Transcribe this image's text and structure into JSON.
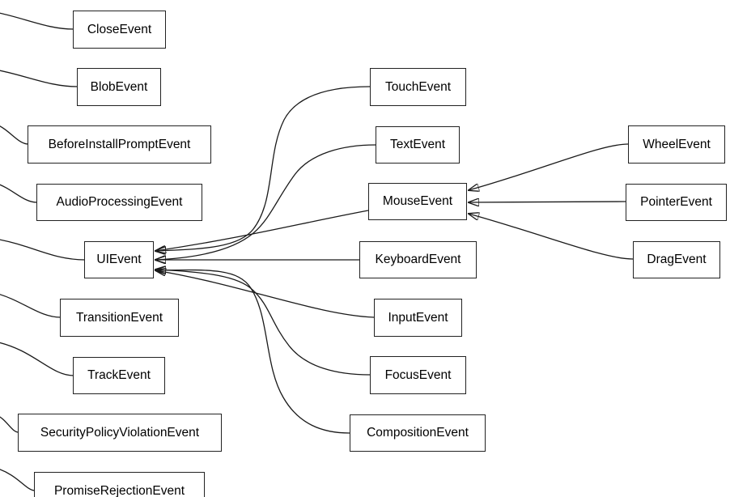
{
  "diagram": {
    "type": "class-inheritance-graph",
    "description_visible_content": "DOM event class boxes connected by spline edges; arrows point from subclasses into UIEvent and MouseEvent; left-column boxes have edges curving off the left edge of the view"
  },
  "nodes": {
    "closeEvent": "CloseEvent",
    "blobEvent": "BlobEvent",
    "beforeInstallPromptEvent": "BeforeInstallPromptEvent",
    "audioProcessingEvent": "AudioProcessingEvent",
    "uiEvent": "UIEvent",
    "transitionEvent": "TransitionEvent",
    "trackEvent": "TrackEvent",
    "securityPolicyViolationEvent": "SecurityPolicyViolationEvent",
    "promiseRejectionEvent": "PromiseRejectionEvent",
    "touchEvent": "TouchEvent",
    "textEvent": "TextEvent",
    "mouseEvent": "MouseEvent",
    "keyboardEvent": "KeyboardEvent",
    "inputEvent": "InputEvent",
    "focusEvent": "FocusEvent",
    "compositionEvent": "CompositionEvent",
    "wheelEvent": "WheelEvent",
    "pointerEvent": "PointerEvent",
    "dragEvent": "DragEvent"
  },
  "edges": {
    "arrows_into_uievent_from": [
      "TouchEvent",
      "TextEvent",
      "MouseEvent",
      "KeyboardEvent",
      "InputEvent",
      "FocusEvent",
      "CompositionEvent"
    ],
    "arrows_into_mouseevent_from": [
      "WheelEvent",
      "PointerEvent",
      "DragEvent"
    ],
    "partial_edges_exiting_left_from": [
      "CloseEvent",
      "BlobEvent",
      "BeforeInstallPromptEvent",
      "AudioProcessingEvent",
      "UIEvent",
      "TransitionEvent",
      "TrackEvent",
      "SecurityPolicyViolationEvent",
      "PromiseRejectionEvent"
    ]
  },
  "colors": {
    "background": "#ffffff",
    "node_border": "#222222",
    "edge_stroke": "#1a1a1a",
    "arrowhead_fill": "#111111",
    "text": "#000000"
  }
}
